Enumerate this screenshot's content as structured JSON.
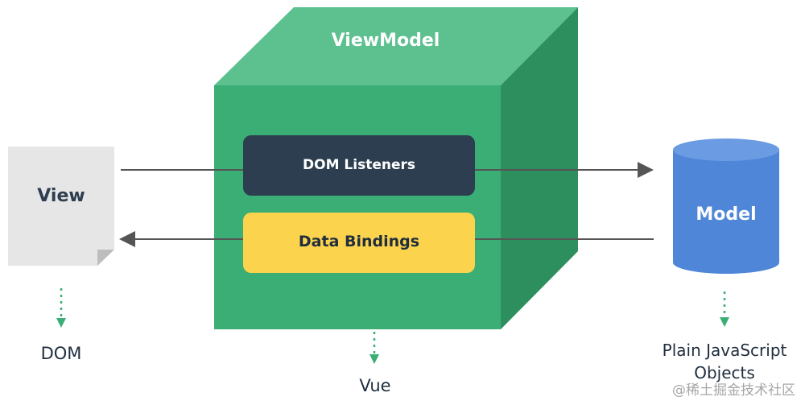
{
  "diagram": {
    "viewmodel_title": "ViewModel",
    "dom_listeners_label": "DOM Listeners",
    "data_bindings_label": "Data Bindings",
    "view_label": "View",
    "model_label": "Model",
    "dom_caption": "DOM",
    "vue_caption": "Vue",
    "model_caption": "Plain JavaScript Objects"
  },
  "watermark": "@稀土掘金技术社区",
  "colors": {
    "cube_front": "#3aae74",
    "cube_top": "#5cc08f",
    "cube_side": "#2e8f5e",
    "dom_listeners_box": "#2c3e50",
    "data_bindings_box": "#fcd34d",
    "model_cylinder": "#4f86d8",
    "view_document": "#e6e6e6",
    "dotted_arrows": "#3aae74",
    "connector_arrows": "#555555"
  }
}
